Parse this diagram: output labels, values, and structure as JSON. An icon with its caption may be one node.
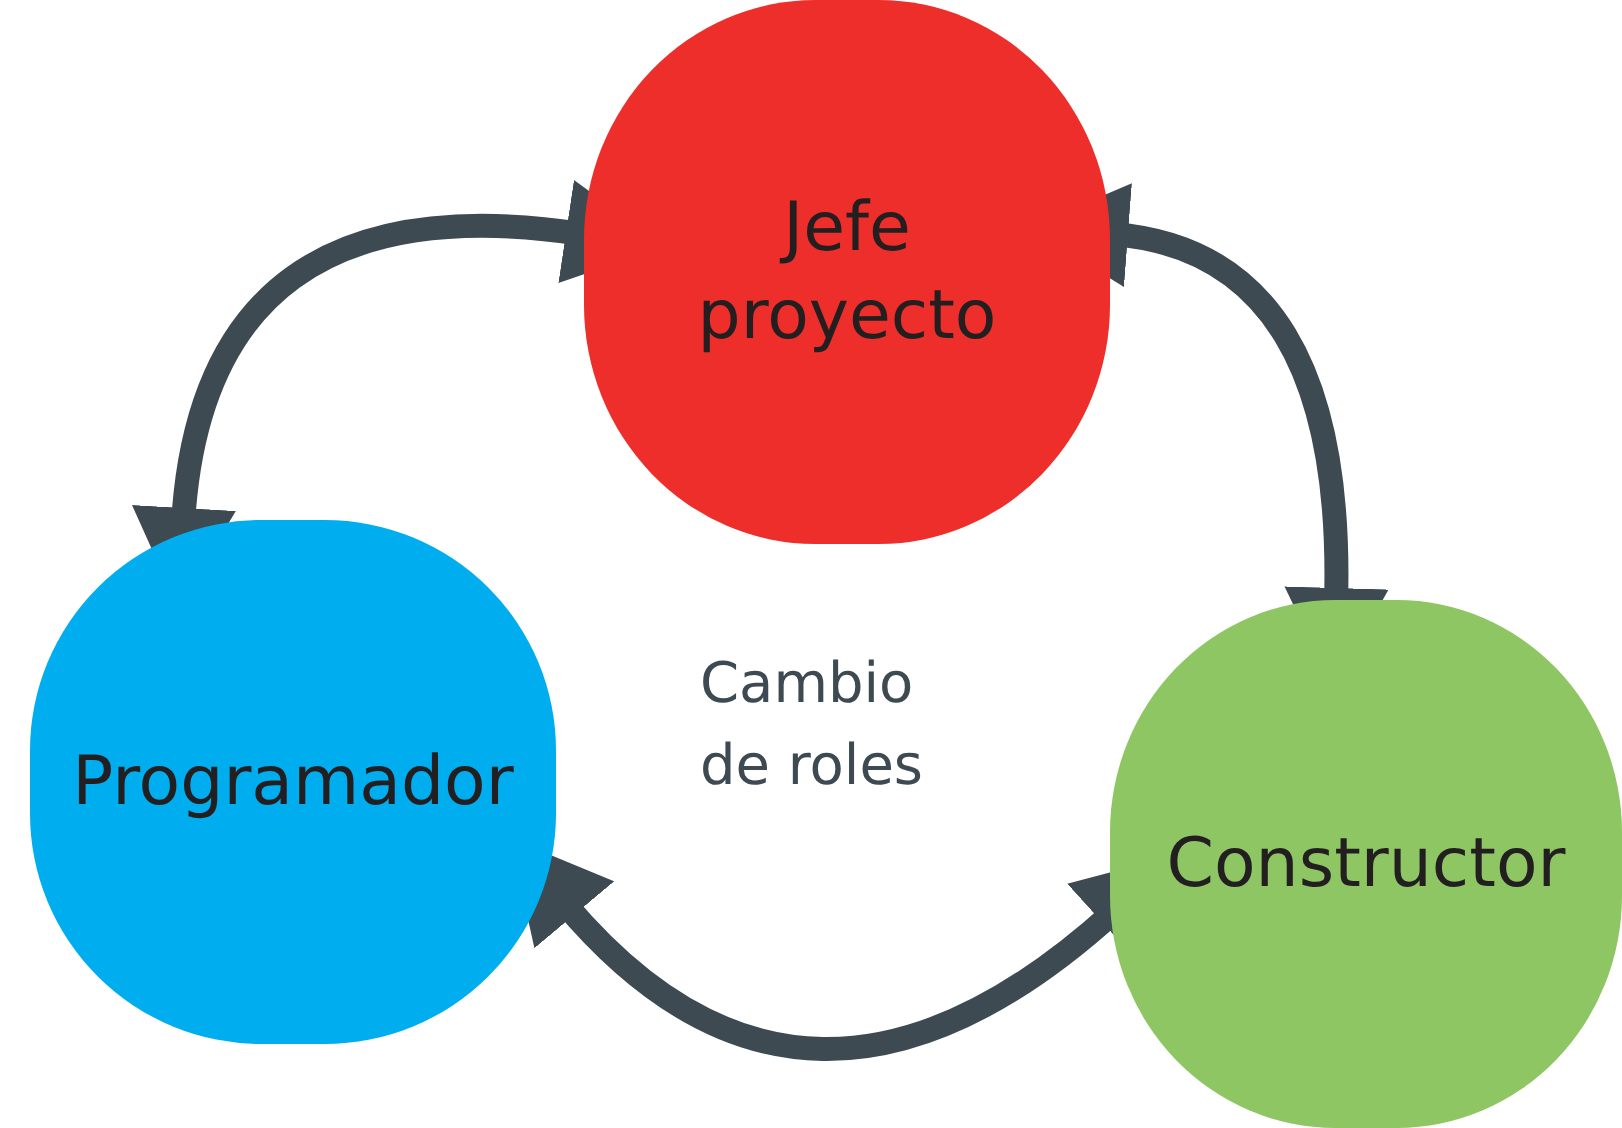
{
  "diagram": {
    "nodes": [
      {
        "text": [
          "Jefe proyecto"
        ]
      },
      {
        "text": [
          "Programador"
        ]
      },
      {
        "text": [
          "Constructor"
        ]
      }
    ],
    "edges": [
      {
        "from": 0,
        "to": 1,
        "arrow": "both"
      },
      {
        "from": 0,
        "to": 2,
        "arrow": "both"
      },
      {
        "from": 1,
        "to": 2,
        "arrow": "both"
      }
    ],
    "labels": [
      "Cambio de roles"
    ]
  }
}
